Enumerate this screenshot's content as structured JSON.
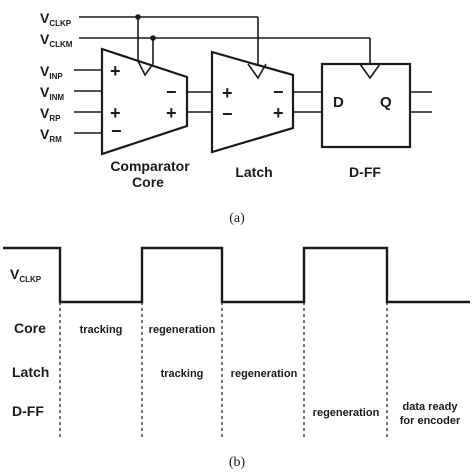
{
  "part_a": {
    "clk_p": "V",
    "clk_p_sub": "CLKP",
    "clk_m": "V",
    "clk_m_sub": "CLKM",
    "inp": "V",
    "inp_sub": "INP",
    "inm": "V",
    "inm_sub": "INM",
    "rp": "V",
    "rp_sub": "RP",
    "rm": "V",
    "rm_sub": "RM",
    "comparator_line1": "Comparator",
    "comparator_line2": "Core",
    "latch": "Latch",
    "dff": "D-FF",
    "d_pin": "D",
    "q_pin": "Q",
    "plus": "+",
    "minus": "−",
    "caption": "(a)"
  },
  "part_b": {
    "clk": "V",
    "clk_sub": "CLKP",
    "row_core": "Core",
    "row_latch": "Latch",
    "row_dff": "D-FF",
    "core_tracking": "tracking",
    "core_regeneration": "regeneration",
    "latch_tracking": "tracking",
    "latch_regeneration": "regeneration",
    "dff_regeneration": "regeneration",
    "dff_ready_line1": "data ready",
    "dff_ready_line2": "for encoder",
    "caption": "(b)"
  }
}
